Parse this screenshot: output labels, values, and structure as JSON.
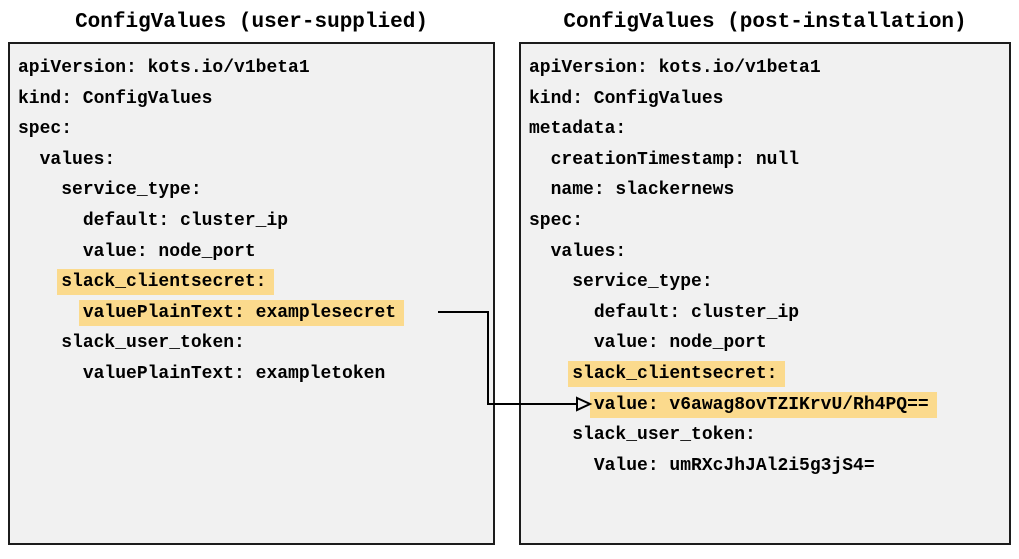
{
  "colors": {
    "page_background": "#ffffff",
    "box_background": "#f1f1f1",
    "box_border": "#1c1c1c",
    "text": "#000000",
    "highlight": "#fbda8d",
    "arrow": "#000000"
  },
  "arrow": {
    "style": "elbow-right-angle",
    "head": "open-triangle",
    "from_text": "valuePlainText: examplesecret",
    "to_text": "value: v6awag8ovTZIKrvU/Rh4PQ=="
  },
  "panels": [
    {
      "id": "user-supplied",
      "title": "ConfigValues (user-supplied)",
      "lines": [
        {
          "indent": 0,
          "text": "apiVersion: kots.io/v1beta1",
          "highlight": false
        },
        {
          "indent": 0,
          "text": "kind: ConfigValues",
          "highlight": false
        },
        {
          "indent": 0,
          "text": "spec:",
          "highlight": false
        },
        {
          "indent": 1,
          "text": "values:",
          "highlight": false
        },
        {
          "indent": 2,
          "text": "service_type:",
          "highlight": false
        },
        {
          "indent": 3,
          "text": "default: cluster_ip",
          "highlight": false
        },
        {
          "indent": 3,
          "text": "value: node_port",
          "highlight": false
        },
        {
          "indent": 2,
          "text": "slack_clientsecret:",
          "highlight": true
        },
        {
          "indent": 3,
          "text": "valuePlainText: examplesecret",
          "highlight": true
        },
        {
          "indent": 2,
          "text": "slack_user_token:",
          "highlight": false
        },
        {
          "indent": 3,
          "text": "valuePlainText: exampletoken",
          "highlight": false
        }
      ]
    },
    {
      "id": "post-installation",
      "title": "ConfigValues (post-installation)",
      "lines": [
        {
          "indent": 0,
          "text": "apiVersion: kots.io/v1beta1",
          "highlight": false
        },
        {
          "indent": 0,
          "text": "kind: ConfigValues",
          "highlight": false
        },
        {
          "indent": 0,
          "text": "metadata:",
          "highlight": false
        },
        {
          "indent": 1,
          "text": "creationTimestamp: null",
          "highlight": false
        },
        {
          "indent": 1,
          "text": "name: slackernews",
          "highlight": false
        },
        {
          "indent": 0,
          "text": "spec:",
          "highlight": false
        },
        {
          "indent": 1,
          "text": "values:",
          "highlight": false
        },
        {
          "indent": 2,
          "text": "service_type:",
          "highlight": false
        },
        {
          "indent": 3,
          "text": "default: cluster_ip",
          "highlight": false
        },
        {
          "indent": 3,
          "text": "value: node_port",
          "highlight": false
        },
        {
          "indent": 2,
          "text": "slack_clientsecret:",
          "highlight": true
        },
        {
          "indent": 3,
          "text": "value: v6awag8ovTZIKrvU/Rh4PQ==",
          "highlight": true
        },
        {
          "indent": 2,
          "text": "slack_user_token:",
          "highlight": false
        },
        {
          "indent": 3,
          "text": "Value: umRXcJhJAl2i5g3jS4=",
          "highlight": false
        }
      ]
    }
  ]
}
